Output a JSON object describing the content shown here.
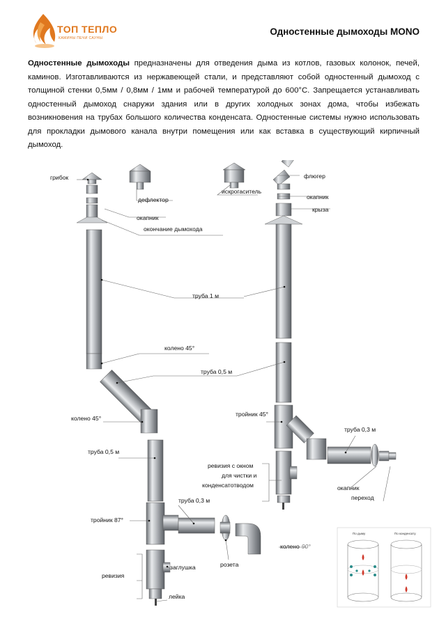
{
  "brand": {
    "name": "ТОП ТЕПЛО",
    "tagline": "КАМИНЫ ПЕЧИ САУНЫ"
  },
  "header": {
    "title": "Одностенные дымоходы MONO"
  },
  "intro": {
    "lead_bold": "Одностенные дымоходы",
    "body": " предназначены для отведения дыма из котлов, газовых колонок, печей, каминов. Изготавливаются из нержавеющей стали, и представляют собой одностенный дымоход с толщиной стенки 0,5мм / 0,8мм / 1мм и рабочей температурой до 600°С. Запрещается устанавливать одностенный дымоход снаружи здания или в других холодных зонах дома, чтобы избежать возникновения на трубах большого количества конденсата. Одностенные системы нужно использовать для прокладки дымового канала внутри помещения или как вставка в существующий кирпичный дымоход."
  },
  "labels": {
    "gribok": "грибок",
    "deflektor": "дефлектор",
    "iskrogasitel": "искрогаситель",
    "fluger": "флюгер",
    "okapnik_left": "окапник",
    "okapnik_right": "окапник",
    "kryza": "крыза",
    "okonchanie": "окончание дымохода",
    "truba1m": "труба 1 м",
    "koleno45_top": "колено 45°",
    "truba05_mid": "труба 0,5 м",
    "koleno45_left": "колено 45°",
    "troynik45": "тройник 45°",
    "truba03_right": "труба 0,3 м",
    "truba05_left": "труба 0,5 м",
    "revizia_okno_1": "ревизия с окном",
    "revizia_okno_2": "для чистки и",
    "revizia_okno_3": "конденсатотводом",
    "okapnik_bottom": "окапник",
    "perehod": "переход",
    "troynik87": "тройник 87°",
    "truba03_bottom": "труба 0,3 м",
    "koleno90_word": "колено",
    "koleno90_deg": "90°",
    "zaglushka": "заглушка",
    "revizia": "ревизия",
    "rozeta": "розета",
    "leyka": "лейка",
    "inset_left": "По дыму",
    "inset_right": "По конденсату"
  },
  "colors": {
    "brand": "#e0781f",
    "steel": "#b9bcc0",
    "accent_drop": "#d03a2c",
    "teal_drop": "#2a8c8a"
  }
}
